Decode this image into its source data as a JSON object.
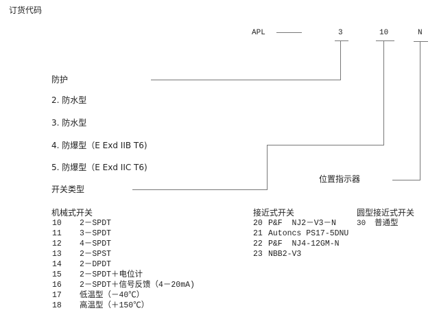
{
  "title": "订货代码",
  "code": {
    "prefix": "APL",
    "separator": "——",
    "fields": [
      "3",
      "10",
      "N"
    ]
  },
  "protection": {
    "label": "防护",
    "options": [
      "2. 防水型",
      "3. 防水型",
      "4. 防爆型（E Exd IIB T6)",
      "5. 防爆型（E Exd IIC T6)"
    ]
  },
  "switch_type": {
    "label": "开关类型"
  },
  "position_indicator": {
    "label": "位置指示器"
  },
  "mechanical": {
    "heading": "机械式开关",
    "items": [
      {
        "code": "10",
        "desc": "2－SPDT"
      },
      {
        "code": "11",
        "desc": "3－SPDT"
      },
      {
        "code": "12",
        "desc": "4－SPDT"
      },
      {
        "code": "13",
        "desc": "2－SPST"
      },
      {
        "code": "14",
        "desc": "2－DPDT"
      },
      {
        "code": "15",
        "desc": "2－SPDT＋电位计"
      },
      {
        "code": "16",
        "desc": "2－SPDT＋信号反馈（4－20mA)"
      },
      {
        "code": "17",
        "desc": "低温型（－40℃）"
      },
      {
        "code": "18",
        "desc": "高温型（＋150℃）"
      }
    ]
  },
  "proximity": {
    "heading": "接近式开关",
    "items": [
      {
        "code": "20",
        "desc": "P&F  NJ2－V3－N"
      },
      {
        "code": "21",
        "desc": "Autoncs PS17-5DNU"
      },
      {
        "code": "22",
        "desc": "P&F  NJ4-12GM-N"
      },
      {
        "code": "23",
        "desc": "NBB2-V3"
      }
    ]
  },
  "round_proximity": {
    "heading": "圆型接近式开关",
    "items": [
      {
        "code": "30",
        "desc": "普通型"
      }
    ]
  }
}
